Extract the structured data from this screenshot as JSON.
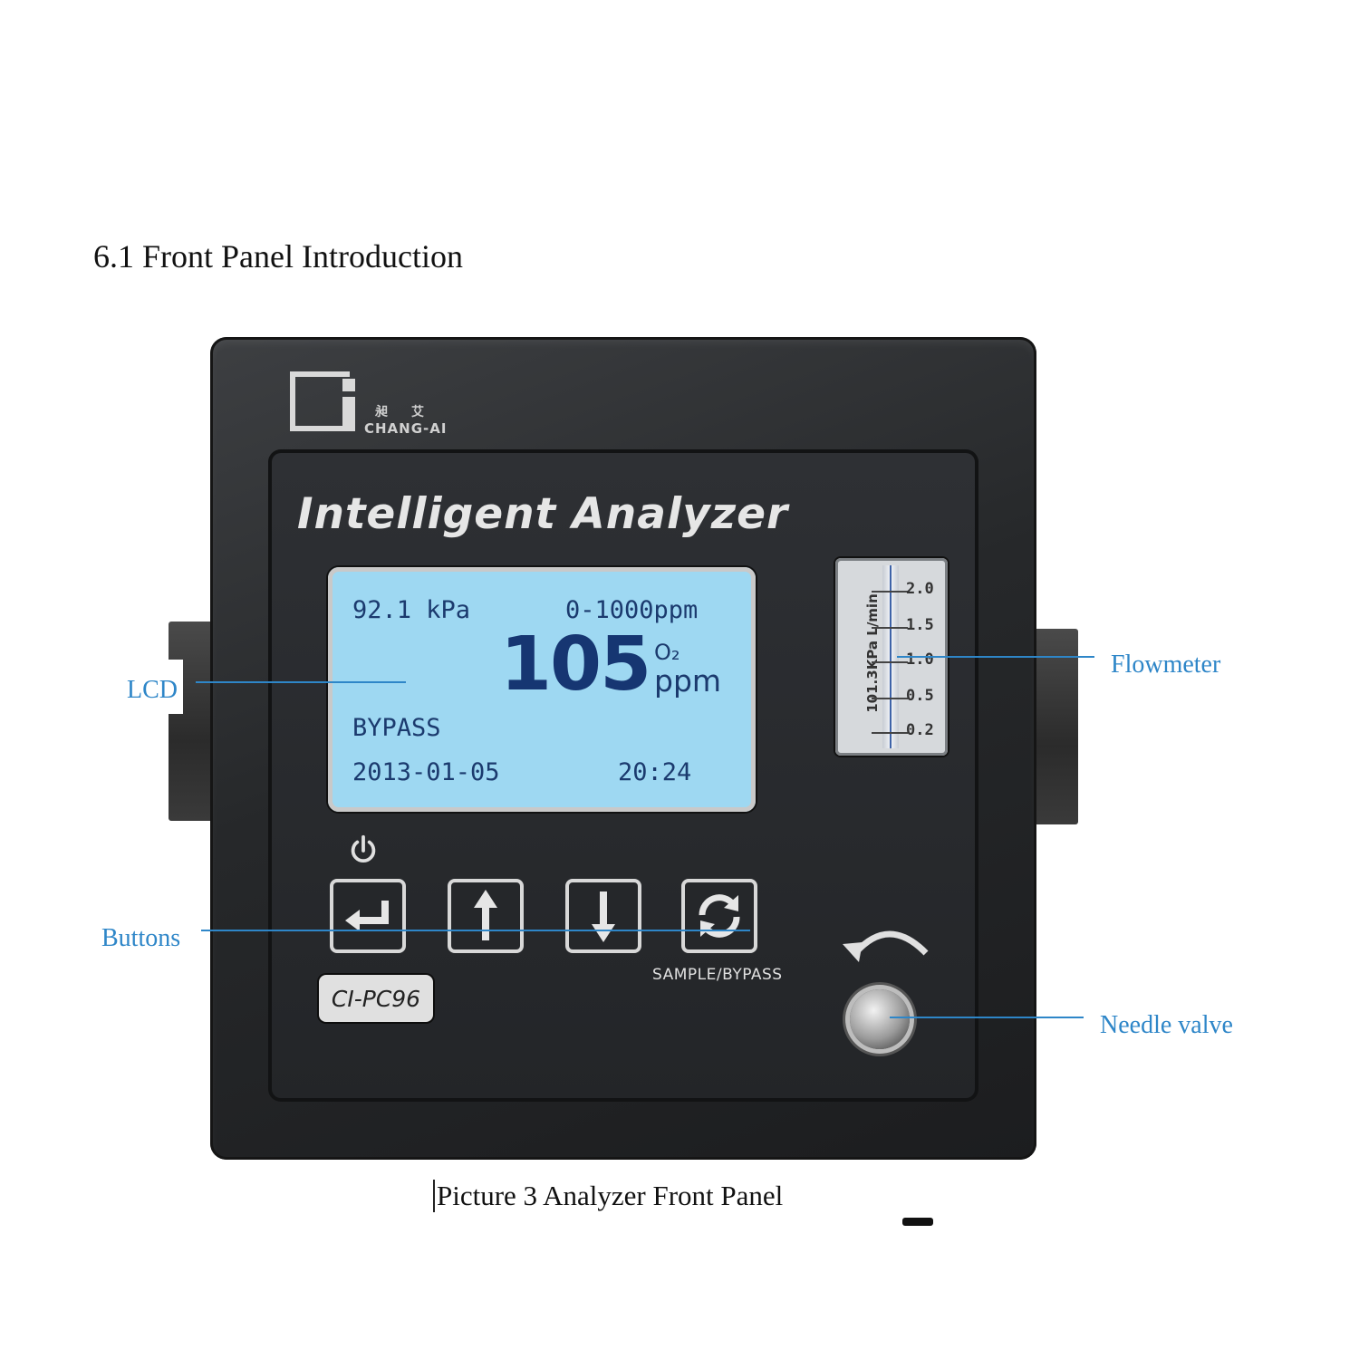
{
  "section_title": "6.1 Front Panel Introduction",
  "caption": "Picture 3 Analyzer Front Panel",
  "colors": {
    "callout": "#2e86c8",
    "lcd_background": "#9ed8f2",
    "lcd_text": "#1b3a6e",
    "panel": "#2a2c2f"
  },
  "device": {
    "brand_chinese": "昶艾",
    "brand": "CHANG-AI",
    "title": "Intelligent Analyzer",
    "model": "CI-PC96",
    "lcd": {
      "pressure": "92.1 kPa",
      "range": "0-1000ppm",
      "value": "105",
      "gas": "O₂",
      "unit": "ppm",
      "mode": "BYPASS",
      "date": "2013-01-05",
      "time": "20:24"
    },
    "flowmeter": {
      "label": "101.3KPa L/min",
      "scale": [
        "2.0",
        "1.5",
        "1.0",
        "0.5",
        "0.2"
      ]
    },
    "buttons": [
      {
        "name": "enter",
        "icon": "enter-arrow-icon"
      },
      {
        "name": "up",
        "icon": "up-arrow-icon"
      },
      {
        "name": "down",
        "icon": "down-arrow-icon"
      },
      {
        "name": "sample-bypass",
        "icon": "cycle-icon"
      }
    ],
    "sample_bypass_label": "SAMPLE/BYPASS",
    "power_icon": "power-icon"
  },
  "callouts": {
    "lcd": "LCD",
    "buttons": "Buttons",
    "flowmeter": "Flowmeter",
    "needle_valve": "Needle valve"
  }
}
